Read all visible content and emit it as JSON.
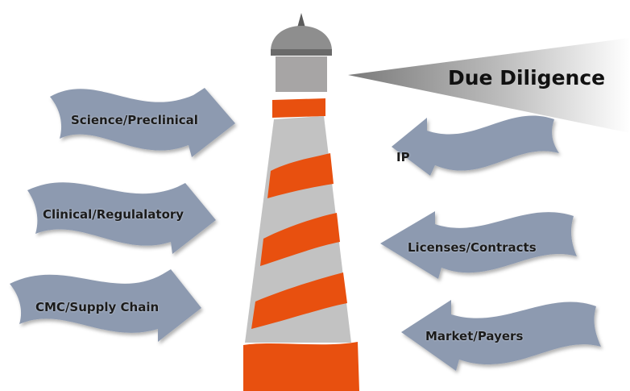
{
  "title": "Due Diligence",
  "inputs": [
    {
      "label": "Science/Preclinical"
    },
    {
      "label": "Clinical/Regulalatory"
    },
    {
      "label": "CMC/Supply Chain"
    }
  ],
  "outputs": [
    {
      "label": "IP"
    },
    {
      "label": "Licenses/Contracts"
    },
    {
      "label": "Market/Payers"
    }
  ],
  "colors": {
    "arrow": "#8d9ab0",
    "stripe_orange": "#e8500f",
    "stripe_grey": "#c2c2c2",
    "lamp": "#a7a5a5",
    "dome": "#8e8e8e"
  }
}
